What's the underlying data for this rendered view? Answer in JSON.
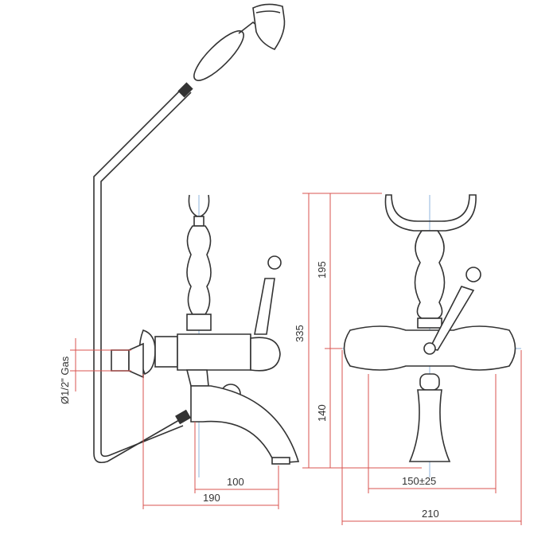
{
  "drawing": {
    "dimensions": {
      "total_height": "335",
      "upper_height": "195",
      "lower_height": "140",
      "spout_reach": "100",
      "total_reach": "190",
      "inlet_centers": "150±25",
      "total_width": "210",
      "inlet_thread": "Ø1/2\" Gas"
    },
    "colors": {
      "outline": "#333333",
      "dimension": "#d9534f",
      "centerline": "#8fb5dc"
    }
  }
}
